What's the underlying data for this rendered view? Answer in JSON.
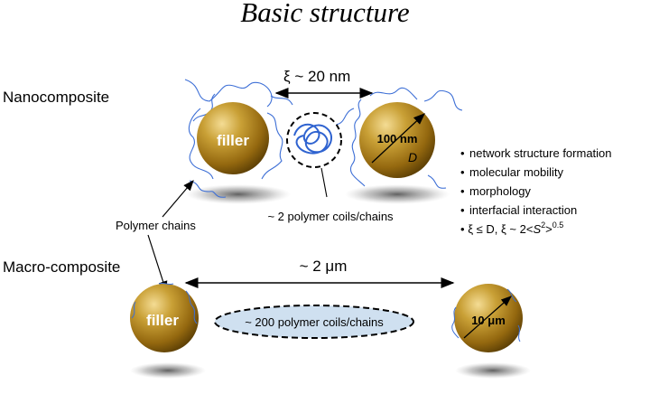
{
  "title": "Basic structure",
  "nanocomposite": {
    "label": "Nanocomposite",
    "spacing": "ξ ~ 20 nm",
    "filler_label": "filler",
    "size_label": "100 nm",
    "size_symbol": "D",
    "coil_label": "~ 2 polymer coils/chains"
  },
  "polymer_chains_label": "Polymer chains",
  "bullets": [
    "network structure formation",
    "molecular mobility",
    "morphology",
    "interfacial interaction"
  ],
  "formula": {
    "bullet": "•",
    "part1": "ξ ≤ D, ξ ~ 2<",
    "s": "S",
    "sup2": "2",
    "gt": ">",
    "exp": "0.5"
  },
  "macrocomposite": {
    "label": "Macro-composite",
    "spacing": "~ 2 μm",
    "filler_label": "filler",
    "size_label": "10 μm",
    "coil_label": "~ 200 polymer coils/chains"
  },
  "colors": {
    "ball_light": "#e8c670",
    "ball_mid": "#b8891c",
    "ball_dark": "#6a4a08",
    "chain": "#3d6fd6",
    "ellipse_fill": "#cfe0f0"
  }
}
